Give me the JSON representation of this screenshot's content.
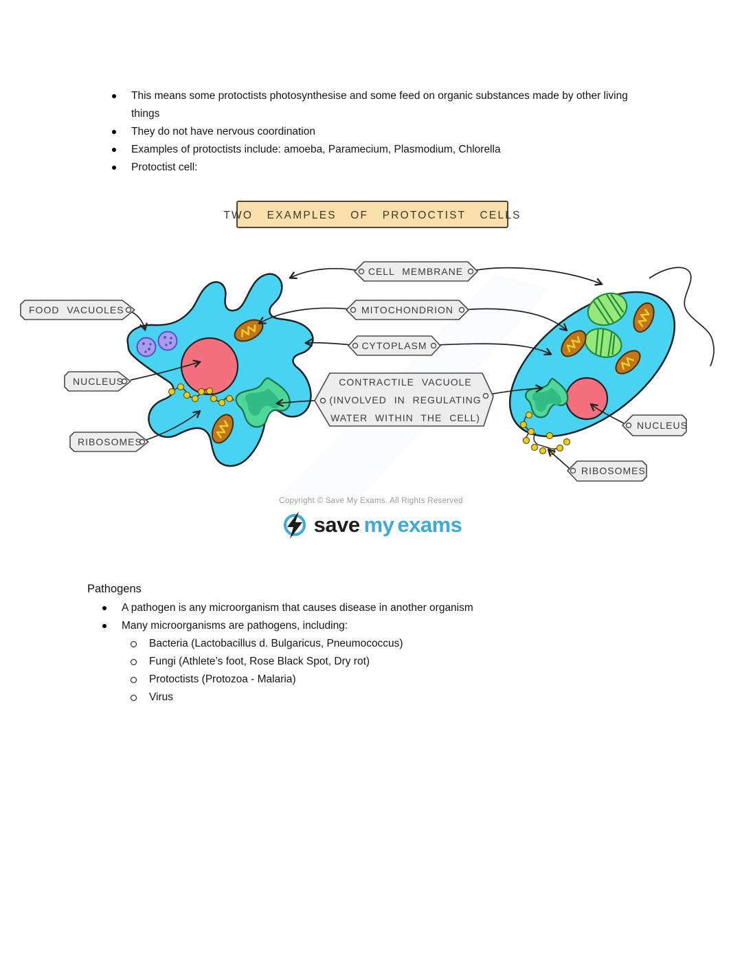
{
  "intro": {
    "bullets": [
      "This means some protoctists photosynthesise and some feed on organic substances made by other living things",
      "They do not have nervous coordination",
      "Examples of protoctists include: amoeba, Paramecium, Plasmodium, Chlorella",
      "Protoctist cell:"
    ]
  },
  "diagram": {
    "title": "TWO EXAMPLES OF PROTOCTIST CELLS",
    "labels": {
      "food_vacuoles": "FOOD VACUOLES",
      "nucleus_left": "NUCLEUS",
      "ribosomes_left": "RIBOSOMES",
      "cell_membrane": "CELL MEMBRANE",
      "mitochondrion": "MITOCHONDRION",
      "cytoplasm": "CYTOPLASM",
      "contractile_vacuole_line1": "CONTRACTILE VACUOLE",
      "contractile_vacuole_line2": "(INVOLVED IN REGULATING",
      "contractile_vacuole_line3": "WATER WITHIN THE CELL)",
      "nucleus_right": "NUCLEUS",
      "ribosomes_right": "RIBOSOMES"
    },
    "colors": {
      "cytoplasm_blue": "#49d3f2",
      "nucleus_red": "#f5707e",
      "food_vacuole_purple": "#a89ceb",
      "mitochondrion_brown": "#bf761f",
      "mitochondrion_cristae_yellow": "#f2cd23",
      "contractile_green": "#4fd79a",
      "contractile_green_dark": "#2db983",
      "chloroplast_green": "#97e87a",
      "ribosome_yellow": "#f2cd23",
      "label_bg": "#ededed",
      "title_bg": "#f9e0ac"
    }
  },
  "footer": {
    "copyright": "Copyright © Save My Exams. All Rights Reserved",
    "logo": {
      "save": "save",
      "my": "my",
      "exams": "exams",
      "brand_blue": "#3fa9dc"
    }
  },
  "pathogens": {
    "heading": "Pathogens",
    "bullets": [
      "A pathogen is any microorganism that causes disease in another organism",
      "Many microorganisms are pathogens, including:"
    ],
    "sub_bullets": [
      "Bacteria (Lactobacillus d. Bulgaricus, Pneumococcus)",
      "Fungi (Athlete’s foot, Rose Black Spot, Dry rot)",
      "Protoctists (Protozoa - Malaria)",
      "Virus"
    ]
  }
}
